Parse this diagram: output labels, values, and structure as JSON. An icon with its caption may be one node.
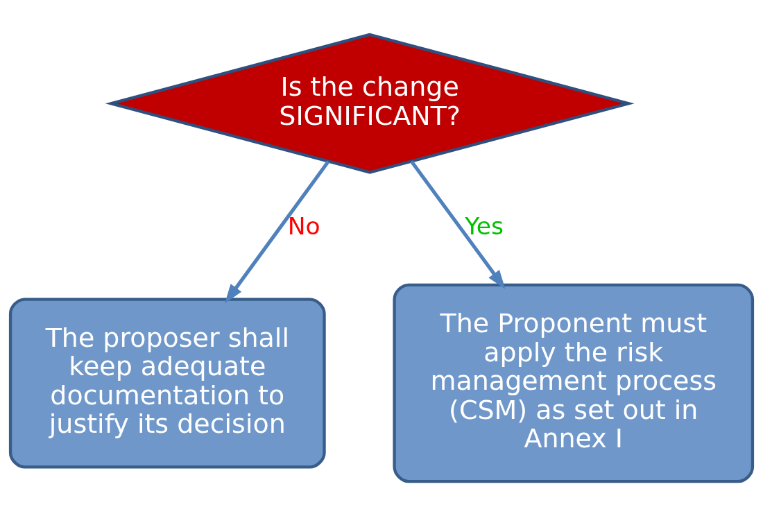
{
  "diagram": {
    "nodes": [
      {
        "text": [
          "Is the change SIGNIFICANT?"
        ]
      },
      {
        "text": [
          "The proposer shall keep adequate documentation to justify its decision"
        ]
      },
      {
        "text": [
          "The Proponent must apply the risk management process (CSM) as set out in Annex I"
        ]
      }
    ],
    "edges": [
      {
        "from": 0,
        "to": 1,
        "arrow": "to",
        "label": "No"
      },
      {
        "from": 0,
        "to": 2,
        "arrow": "to",
        "label": "Yes"
      }
    ]
  }
}
